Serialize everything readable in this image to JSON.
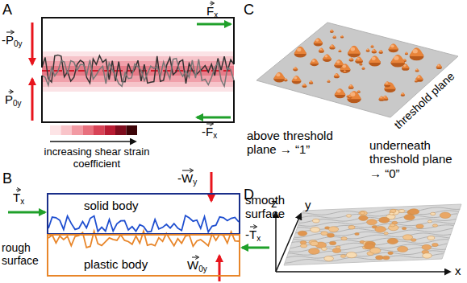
{
  "diagram": {
    "nodes": [
      {
        "text": [
          "solid body"
        ]
      },
      {
        "text": [
          "plastic body"
        ]
      }
    ],
    "labels": [
      "A",
      "F",
      "x",
      "-P",
      "0y",
      "P",
      "0y",
      "-F",
      "x",
      "increasing shear strain coefficient",
      "B",
      "T",
      "x",
      "-W",
      "y",
      "smooth surface",
      "rough surface",
      "-T",
      "x",
      "W",
      "0y",
      "C",
      "above threshold plane → “1”",
      "threshold plane",
      "D",
      "underneath threshold plane → “0”",
      "z",
      "y",
      "x"
    ]
  }
}
